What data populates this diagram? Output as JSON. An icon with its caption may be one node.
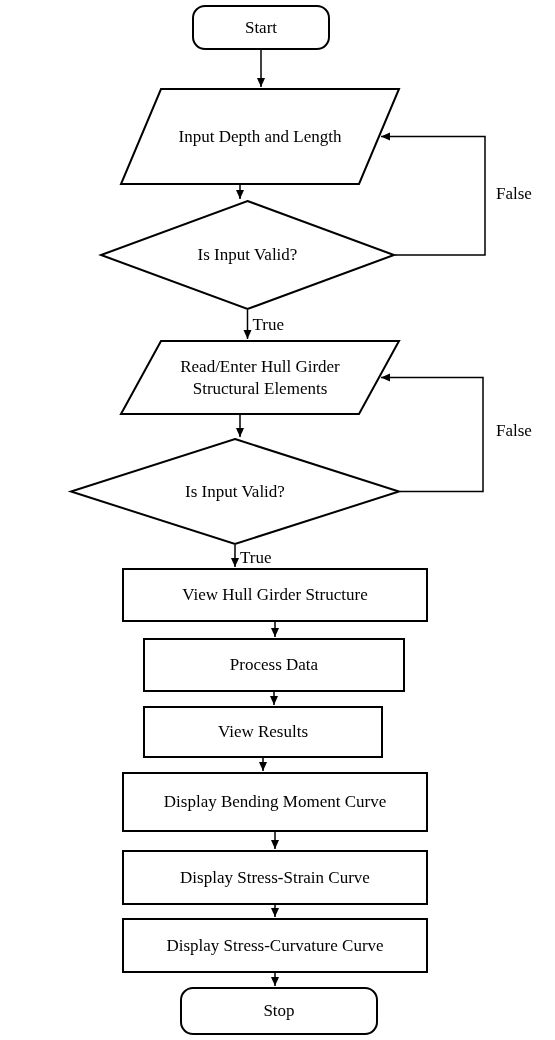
{
  "diagram": {
    "nodes": [
      {
        "text": [
          "Start"
        ]
      },
      {
        "text": [
          "Input Depth and Length"
        ]
      },
      {
        "text": [
          "Is Input Valid?"
        ]
      },
      {
        "text": [
          "Read/Enter Hull Girder Structural Elements"
        ]
      },
      {
        "text": [
          "Is Input Valid?"
        ]
      },
      {
        "text": [
          "View Hull Girder Structure"
        ]
      },
      {
        "text": [
          "Process Data"
        ]
      },
      {
        "text": [
          "View Results"
        ]
      },
      {
        "text": [
          "Display Bending Moment Curve"
        ]
      },
      {
        "text": [
          "Display Stress-Strain Curve"
        ]
      },
      {
        "text": [
          "Display Stress-Curvature Curve"
        ]
      },
      {
        "text": [
          "Stop"
        ]
      }
    ],
    "edges": [
      {
        "from": 0,
        "to": 1,
        "arrow": "to"
      },
      {
        "from": 1,
        "to": 2,
        "arrow": "to"
      },
      {
        "from": 2,
        "to": 3,
        "arrow": "to",
        "label": "True"
      },
      {
        "from": 2,
        "to": 1,
        "arrow": "to",
        "label": "False"
      },
      {
        "from": 3,
        "to": 4,
        "arrow": "to"
      },
      {
        "from": 4,
        "to": 5,
        "arrow": "to",
        "label": "True"
      },
      {
        "from": 4,
        "to": 3,
        "arrow": "to",
        "label": "False"
      },
      {
        "from": 5,
        "to": 6,
        "arrow": "to"
      },
      {
        "from": 6,
        "to": 7,
        "arrow": "to"
      },
      {
        "from": 7,
        "to": 8,
        "arrow": "to"
      },
      {
        "from": 8,
        "to": 9,
        "arrow": "to"
      },
      {
        "from": 9,
        "to": 10,
        "arrow": "to"
      },
      {
        "from": 10,
        "to": 11,
        "arrow": "to"
      }
    ]
  }
}
